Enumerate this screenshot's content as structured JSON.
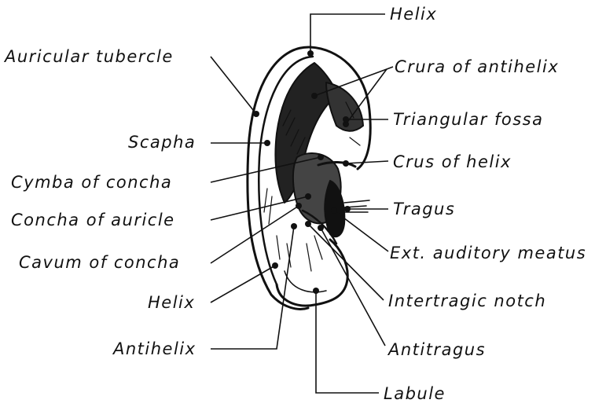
{
  "labels": {
    "helix_top": "Helix",
    "auricular_tubercle": "Auricular tubercle",
    "crura_of_antihelix": "Crura of antihelix",
    "triangular_fossa": "Triangular fossa",
    "scapha": "Scapha",
    "crus_of_helix": "Crus of helix",
    "cymba_of_concha": "Cymba of concha",
    "tragus": "Tragus",
    "concha_of_auricle": "Concha of auricle",
    "ext_auditory_meatus": "Ext. auditory meatus",
    "cavum_of_concha": "Cavum of concha",
    "helix_bottom": "Helix",
    "intertragic_notch": "Intertragic notch",
    "antihelix": "Antihelix",
    "antitragus": "Antitragus",
    "labule": "Labule"
  }
}
